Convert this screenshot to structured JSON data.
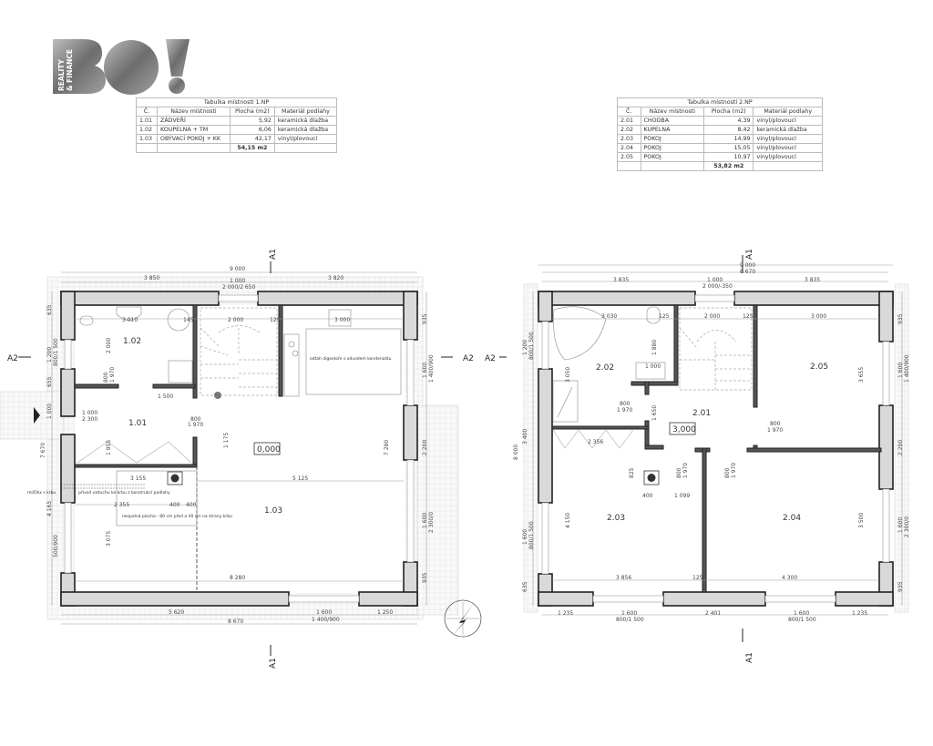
{
  "logo": {
    "text": "BO!",
    "tagline": "REALITY & FINANCE"
  },
  "table_1np": {
    "title": "Tabulka místností 1.NP",
    "headers": [
      "Č.",
      "Název místnosti",
      "Plocha (m2)",
      "Materiál podlahy"
    ],
    "rows": [
      {
        "no": "1.01",
        "name": "ZÁDVEŘÍ",
        "area": "5,92",
        "floor": "keramická dlažba"
      },
      {
        "no": "1.02",
        "name": "KOUPELNA + TM",
        "area": "6,06",
        "floor": "keramická dlažba"
      },
      {
        "no": "1.03",
        "name": "OBÝVACÍ POKOJ + KK",
        "area": "42,17",
        "floor": "vinyl/plovoucí"
      }
    ],
    "total": "54,15 m2"
  },
  "table_2np": {
    "title": "Tabulka místností 2.NP",
    "headers": [
      "Č.",
      "Název místnosti",
      "Plocha (m2)",
      "Materiál podlahy"
    ],
    "rows": [
      {
        "no": "2.01",
        "name": "CHODBA",
        "area": "4,39",
        "floor": "vinyl/plovoucí"
      },
      {
        "no": "2.02",
        "name": "KUPELNA",
        "area": "8,42",
        "floor": "keramická dlažba"
      },
      {
        "no": "2.03",
        "name": "POKOJ",
        "area": "14,99",
        "floor": "vinyl/plovoucí"
      },
      {
        "no": "2.04",
        "name": "POKOJ",
        "area": "15,05",
        "floor": "vinyl/plovoucí"
      },
      {
        "no": "2.05",
        "name": "POKOJ",
        "area": "10,97",
        "floor": "vinyl/plovoucí"
      }
    ],
    "total": "53,82 m2"
  },
  "plan_1np": {
    "rooms": [
      "1.01",
      "1.02",
      "1.03"
    ],
    "level": "0,000",
    "section_marks": {
      "a1": "A1",
      "a2": "A2"
    },
    "dims": {
      "total_top": "9 000",
      "top_left": "3 850",
      "top_mid": "1 000",
      "top_mid2": "2 000/2 650",
      "top_right": "3 820",
      "bottom_left": "5 620",
      "bottom_mid": "1 600",
      "bottom_mid2": "1 400/900",
      "bottom_right": "1 250",
      "bottom_total": "8 670",
      "d_8280": "8 280",
      "d_5125": "5 125",
      "d_3155": "3 155",
      "d_2355": "2 355",
      "d_400a": "400",
      "d_400b": "400",
      "d_1500": "1 500",
      "d_2000": "2 000",
      "d_2000s": "2 000",
      "d_125": "125",
      "d_3000": "3 000",
      "d_3010": "3 010",
      "d_145": "145",
      "d_1175": "1 175",
      "d_3075": "3 075",
      "d_7280": "7 280",
      "d_1955": "1 955",
      "door_1": "800",
      "door_1b": "1 970",
      "door_2": "800",
      "door_2b": "1 970",
      "door_ent": "1 000",
      "door_entb": "2 300",
      "left_1200": "1 200",
      "left_800": "800/1 500",
      "left_7670": "7 670",
      "left_4165": "4 165",
      "left_500": "500/900",
      "left_635": "635",
      "left_655": "655",
      "left_1000": "1 000",
      "right_1600": "1 600",
      "right_1400": "1 400/900",
      "right_2200": "2 200",
      "right_1600b": "1 600",
      "right_2300": "2 300/0",
      "right_935": "935",
      "right_935b": "935"
    },
    "notes": {
      "hood": "odtah digestoře s odvodem kondenzátu",
      "air": "přívod vzduchu ke krbu z konstrukcí podlahy",
      "fireplace": "nespalná plocha - 80 cm před a 40 cm na strany krbu",
      "wall_note": "ml/Dkx s krbu"
    }
  },
  "plan_2np": {
    "rooms": [
      "2.01",
      "2.02",
      "2.03",
      "2.04",
      "2.05"
    ],
    "level": "3,000",
    "section_marks": {
      "a1": "A1",
      "a2": "A2"
    },
    "dims": {
      "total_top": "9 000",
      "total_top2": "8 670",
      "top_left": "3 835",
      "top_mid": "1 000",
      "top_mid2": "2 000/-350",
      "top_right": "3 835",
      "bottom_1": "1 235",
      "bottom_2": "1 600",
      "bottom_2b": "800/1 500",
      "bottom_3": "2 401",
      "bottom_4": "1 600",
      "bottom_4b": "800/1 500",
      "bottom_5": "1 235",
      "d_3030": "3 030",
      "d_125a": "125",
      "d_2000": "2 000",
      "d_125b": "125",
      "d_3000": "3 000",
      "d_1880": "1 880",
      "d_1000": "1 000",
      "d_3050": "3 050",
      "d_3655": "3 655",
      "d_2356": "2 356",
      "d_1650": "1 650",
      "d_400": "400",
      "d_1099": "1 099",
      "d_3856": "3 856",
      "d_125c": "125",
      "d_4300": "4 300",
      "d_4150": "4 150",
      "d_3500": "3 500",
      "d_825": "825",
      "door_a": "800",
      "door_ab": "1 970",
      "door_b": "800",
      "door_bb": "1 970",
      "door_c": "800",
      "door_cb": "1 970",
      "door_d": "800",
      "door_db": "1 970",
      "left_1200": "1 200",
      "left_800": "800/1 500",
      "left_3400": "3 400",
      "left_8000": "8 000",
      "left_1600": "1 600",
      "left_800b": "800/1 500",
      "left_635": "635",
      "right_935": "935",
      "right_1600": "1 600",
      "right_1400": "1 400/900",
      "right_2200": "2 200",
      "right_1600b": "1 600",
      "right_2300": "2 300/0",
      "right_935b": "935"
    }
  }
}
